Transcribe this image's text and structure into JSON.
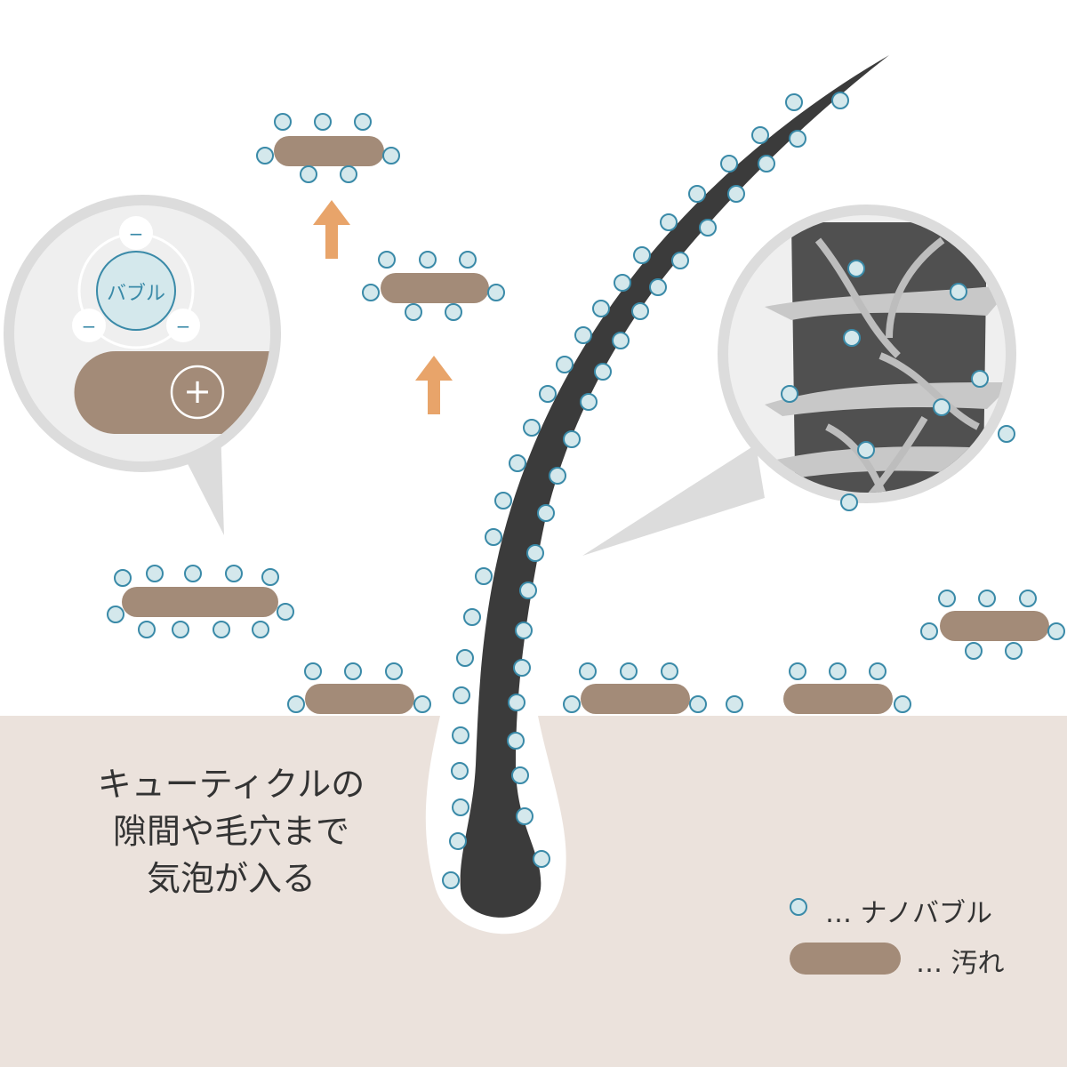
{
  "colors": {
    "bubble_fill": "#d4e8ec",
    "bubble_stroke": "#3a8aa8",
    "dirt": "#a38b78",
    "skin": "#ebe2dc",
    "hair": "#3b3b3b",
    "arrow": "#e8a46a",
    "callout": "#efefef",
    "callout_border": "#dcdcdc"
  },
  "callout_left": {
    "bubble_label": "バブル",
    "minus": "−",
    "plus": "+"
  },
  "caption": {
    "lines": [
      "キューティクルの",
      "隙間や毛穴まで",
      "気泡が入る"
    ]
  },
  "legend": {
    "bubble_label": "… ナノバブル",
    "dirt_label": "… 汚れ"
  }
}
